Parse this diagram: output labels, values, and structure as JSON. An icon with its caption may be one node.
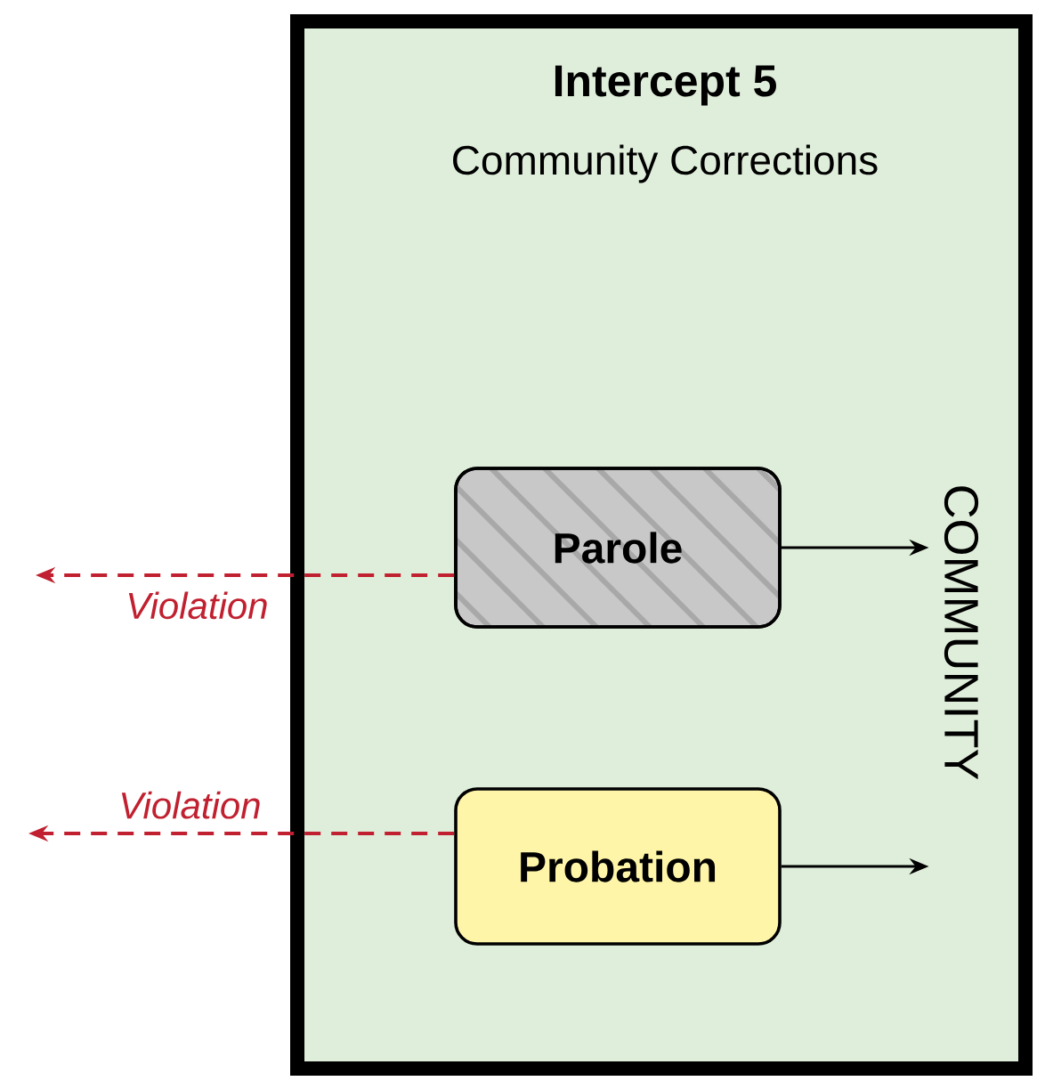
{
  "diagram": {
    "nodes": [
      {
        "text": [
          "Intercept 5",
          "Community Corrections"
        ]
      },
      {
        "text": [
          "Parole"
        ],
        "in": 0
      },
      {
        "text": [
          "Probation"
        ],
        "in": 0
      },
      {
        "text": [
          "COMMUNITY"
        ],
        "in": 0
      }
    ],
    "edges": [
      {
        "from": 1,
        "to": 3,
        "arrow": "to"
      },
      {
        "from": 2,
        "to": 3,
        "arrow": "to"
      },
      {
        "from": 1,
        "to": null,
        "arrow": "to",
        "label": "Violation",
        "style": "dashed",
        "color": "#c0202f"
      },
      {
        "from": 2,
        "to": null,
        "arrow": "to",
        "label": "Violation",
        "style": "dashed",
        "color": "#c0202f"
      }
    ]
  }
}
